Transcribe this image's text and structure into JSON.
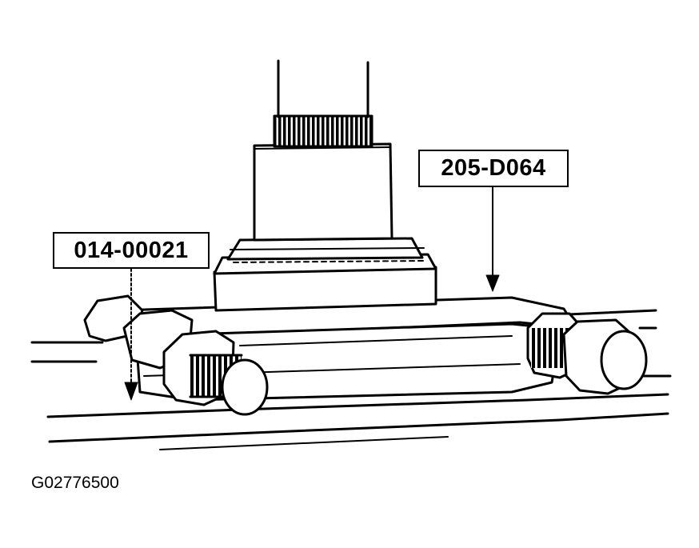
{
  "callouts": {
    "left_tool": "014-00021",
    "right_tool": "205-D064"
  },
  "figure_id": "G02776500",
  "colors": {
    "ink": "#000000",
    "paper": "#ffffff"
  }
}
